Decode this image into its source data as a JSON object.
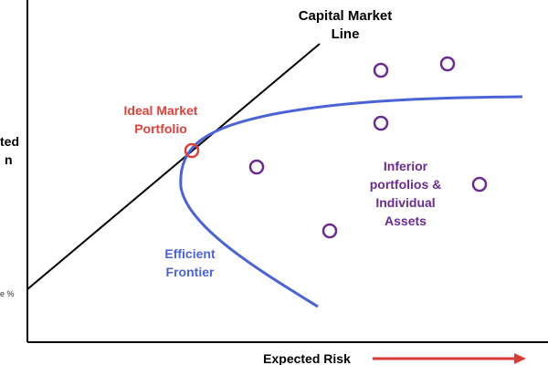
{
  "colors": {
    "axis": "#000000",
    "cml": "#000000",
    "frontier": "#4a63d6",
    "ideal": "#e0403a",
    "points": "#6a2c91",
    "arrow": "#d93a33"
  },
  "labels": {
    "cml_line1": "Capital Market",
    "cml_line2": "Line",
    "ideal_line1": "Ideal Market",
    "ideal_line2": "Portfolio",
    "frontier_line1": "Efficient",
    "frontier_line2": "Frontier",
    "inferior_line1": "Inferior",
    "inferior_line2": "portfolios &",
    "inferior_line3": "Individual",
    "inferior_line4": "Assets",
    "y_axis_partial1": "ted",
    "y_axis_partial2": "n",
    "riskfree_partial": "e %",
    "x_axis": "Expected Risk"
  }
}
